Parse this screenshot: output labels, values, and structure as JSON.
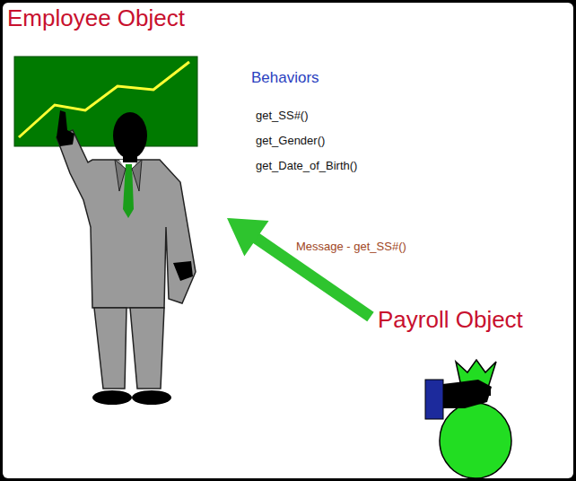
{
  "diagram": {
    "nodes": [
      {
        "text": [
          "Employee Object"
        ]
      },
      {
        "text": [
          "Payroll Object"
        ]
      }
    ],
    "edges": [
      {
        "from": 1,
        "to": 0,
        "arrow": "to",
        "label": "Message - get_SS#()"
      }
    ],
    "labels": [
      "Behaviors",
      "get_SS#()",
      "get_Gender()",
      "get_Date_of_Birth()"
    ]
  }
}
